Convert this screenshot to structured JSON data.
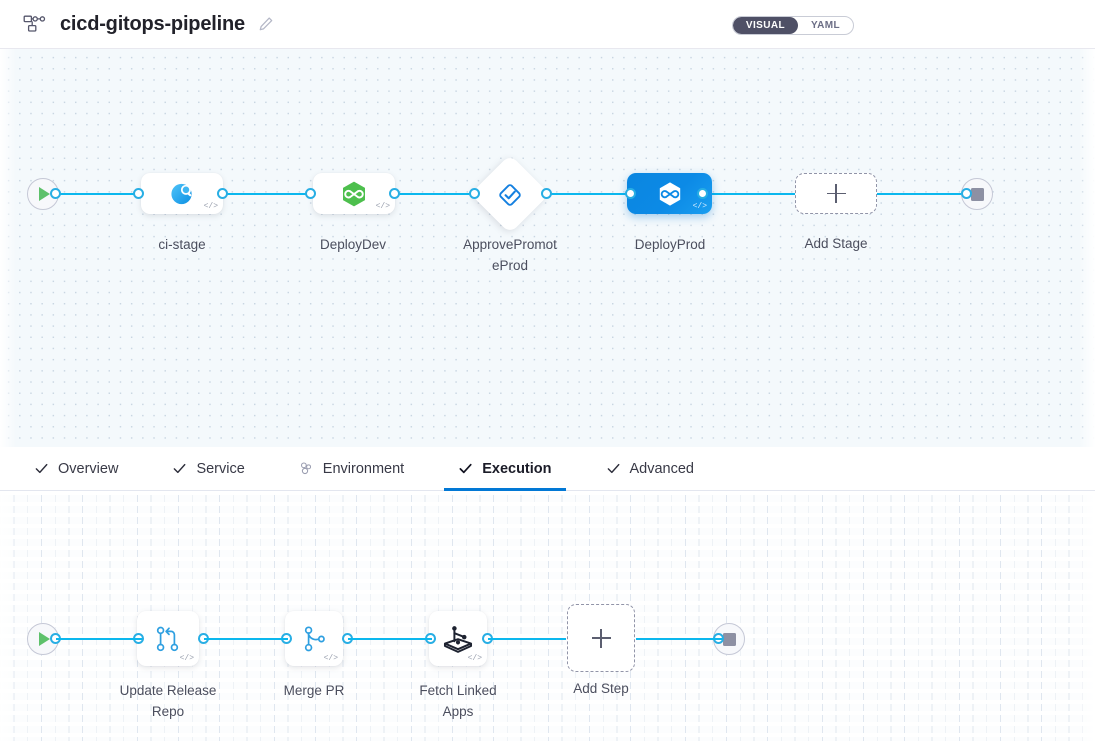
{
  "header": {
    "title": "cicd-gitops-pipeline",
    "pipeline_icon": "pipeline-tree-icon",
    "edit_icon": "pencil-edit-icon"
  },
  "view_toggle": {
    "options": [
      {
        "label": "VISUAL",
        "active": true
      },
      {
        "label": "YAML",
        "active": false
      }
    ],
    "active_bg": "#4f5066"
  },
  "stage_canvas": {
    "start_node": {
      "icon": "play-icon",
      "color": "#5ec16b"
    },
    "end_node": {
      "icon": "stop-icon",
      "color": "#8d90a3"
    },
    "stages": [
      {
        "name": "ci-stage",
        "label": "ci-stage",
        "icon": "ci-build-magnifier-icon",
        "shape": "rounded-rect",
        "selected": false,
        "code_badge": "</>"
      },
      {
        "name": "DeployDev",
        "label": "DeployDev",
        "icon": "harness-hexagon-green-icon",
        "shape": "rounded-rect",
        "selected": false,
        "code_badge": "</>"
      },
      {
        "name": "ApprovePromoteProd",
        "label": "ApprovePromot eProd",
        "label_line1": "ApprovePromot",
        "label_line2": "eProd",
        "icon": "approval-checkmark-diamond-icon",
        "shape": "diamond",
        "selected": false,
        "code_badge": ""
      },
      {
        "name": "DeployProd",
        "label": "DeployProd",
        "icon": "harness-hexagon-white-icon",
        "shape": "rounded-rect",
        "selected": true,
        "code_badge": "</>"
      }
    ],
    "add_stage": {
      "label": "Add Stage",
      "icon": "plus-icon"
    }
  },
  "tabs": [
    {
      "label": "Overview",
      "icon": "check-icon",
      "active": false
    },
    {
      "label": "Service",
      "icon": "check-icon",
      "active": false
    },
    {
      "label": "Environment",
      "icon": "environment-cluster-icon",
      "active": false
    },
    {
      "label": "Execution",
      "icon": "check-icon",
      "active": true
    },
    {
      "label": "Advanced",
      "icon": "check-icon",
      "active": false
    }
  ],
  "step_canvas": {
    "start_node": {
      "icon": "play-icon",
      "color": "#5ec16b"
    },
    "end_node": {
      "icon": "stop-icon",
      "color": "#8d90a3"
    },
    "steps": [
      {
        "name": "UpdateReleaseRepo",
        "label": "Update Release Repo",
        "label_line1": "Update Release",
        "label_line2": "Repo",
        "icon": "git-update-release-repo-icon",
        "code_badge": "</>"
      },
      {
        "name": "MergePR",
        "label": "Merge PR",
        "label_line1": "Merge PR",
        "label_line2": "",
        "icon": "git-merge-pr-icon",
        "code_badge": "</>"
      },
      {
        "name": "FetchLinkedApps",
        "label": "Fetch Linked Apps",
        "label_line1": "Fetch Linked",
        "label_line2": "Apps",
        "icon": "argocd-fetch-linked-apps-icon",
        "code_badge": "</>"
      }
    ],
    "add_step": {
      "label": "Add Step",
      "icon": "plus-icon"
    }
  },
  "colors": {
    "edge": "#0bb7ee",
    "port_stroke": "#28aee4",
    "selected_node": "#0c8ae6",
    "active_tab_underline": "#0278d5",
    "canvas_top_bg": "#f4f9fc",
    "canvas_bottom_bg": "#fcfdfe"
  }
}
